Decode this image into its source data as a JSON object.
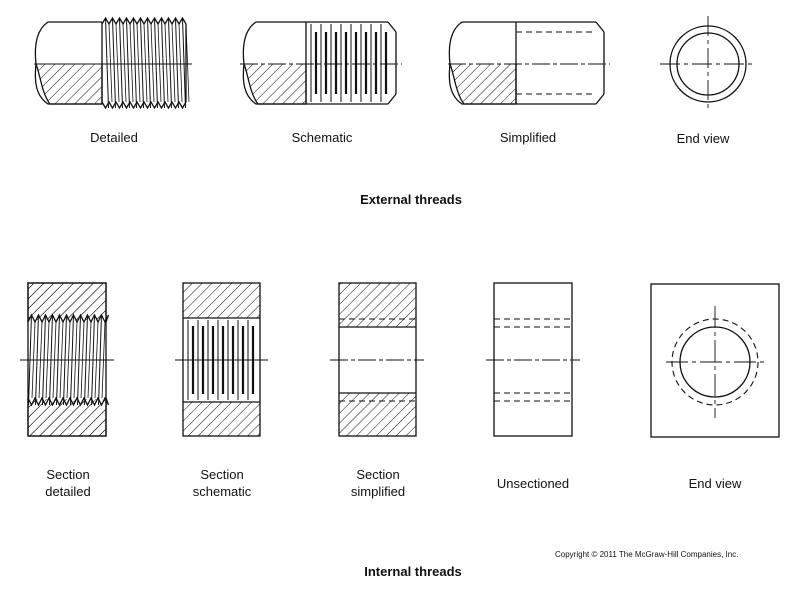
{
  "external": {
    "caption": "External threads",
    "labels": [
      "Detailed",
      "Schematic",
      "Simplified",
      "End view"
    ]
  },
  "internal": {
    "caption": "Internal threads",
    "labels": [
      [
        "Section",
        "detailed"
      ],
      [
        "Section",
        "schematic"
      ],
      [
        "Section",
        "simplified"
      ],
      [
        "Unsectioned"
      ],
      [
        "End view"
      ]
    ]
  },
  "copyright": "Copyright © 2011 The McGraw-Hill Companies, Inc.",
  "colors": {
    "line": "#111111",
    "background": "#ffffff"
  }
}
